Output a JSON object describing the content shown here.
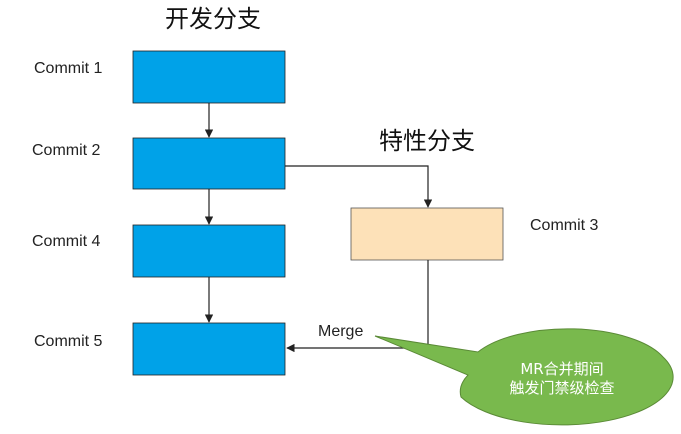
{
  "branches": {
    "develop": {
      "title": "开发分支"
    },
    "feature": {
      "title": "特性分支"
    }
  },
  "commits": {
    "c1": {
      "label": "Commit 1",
      "color": "#00a2e8"
    },
    "c2": {
      "label": "Commit 2",
      "color": "#00a2e8"
    },
    "c4": {
      "label": "Commit 4",
      "color": "#00a2e8"
    },
    "c5": {
      "label": "Commit 5",
      "color": "#00a2e8"
    },
    "c3": {
      "label": "Commit 3",
      "color": "#fde1b8"
    }
  },
  "merge": {
    "label": "Merge"
  },
  "callout": {
    "line1": "MR合并期间",
    "line2": "触发门禁级检查",
    "color": "#79b94d"
  }
}
